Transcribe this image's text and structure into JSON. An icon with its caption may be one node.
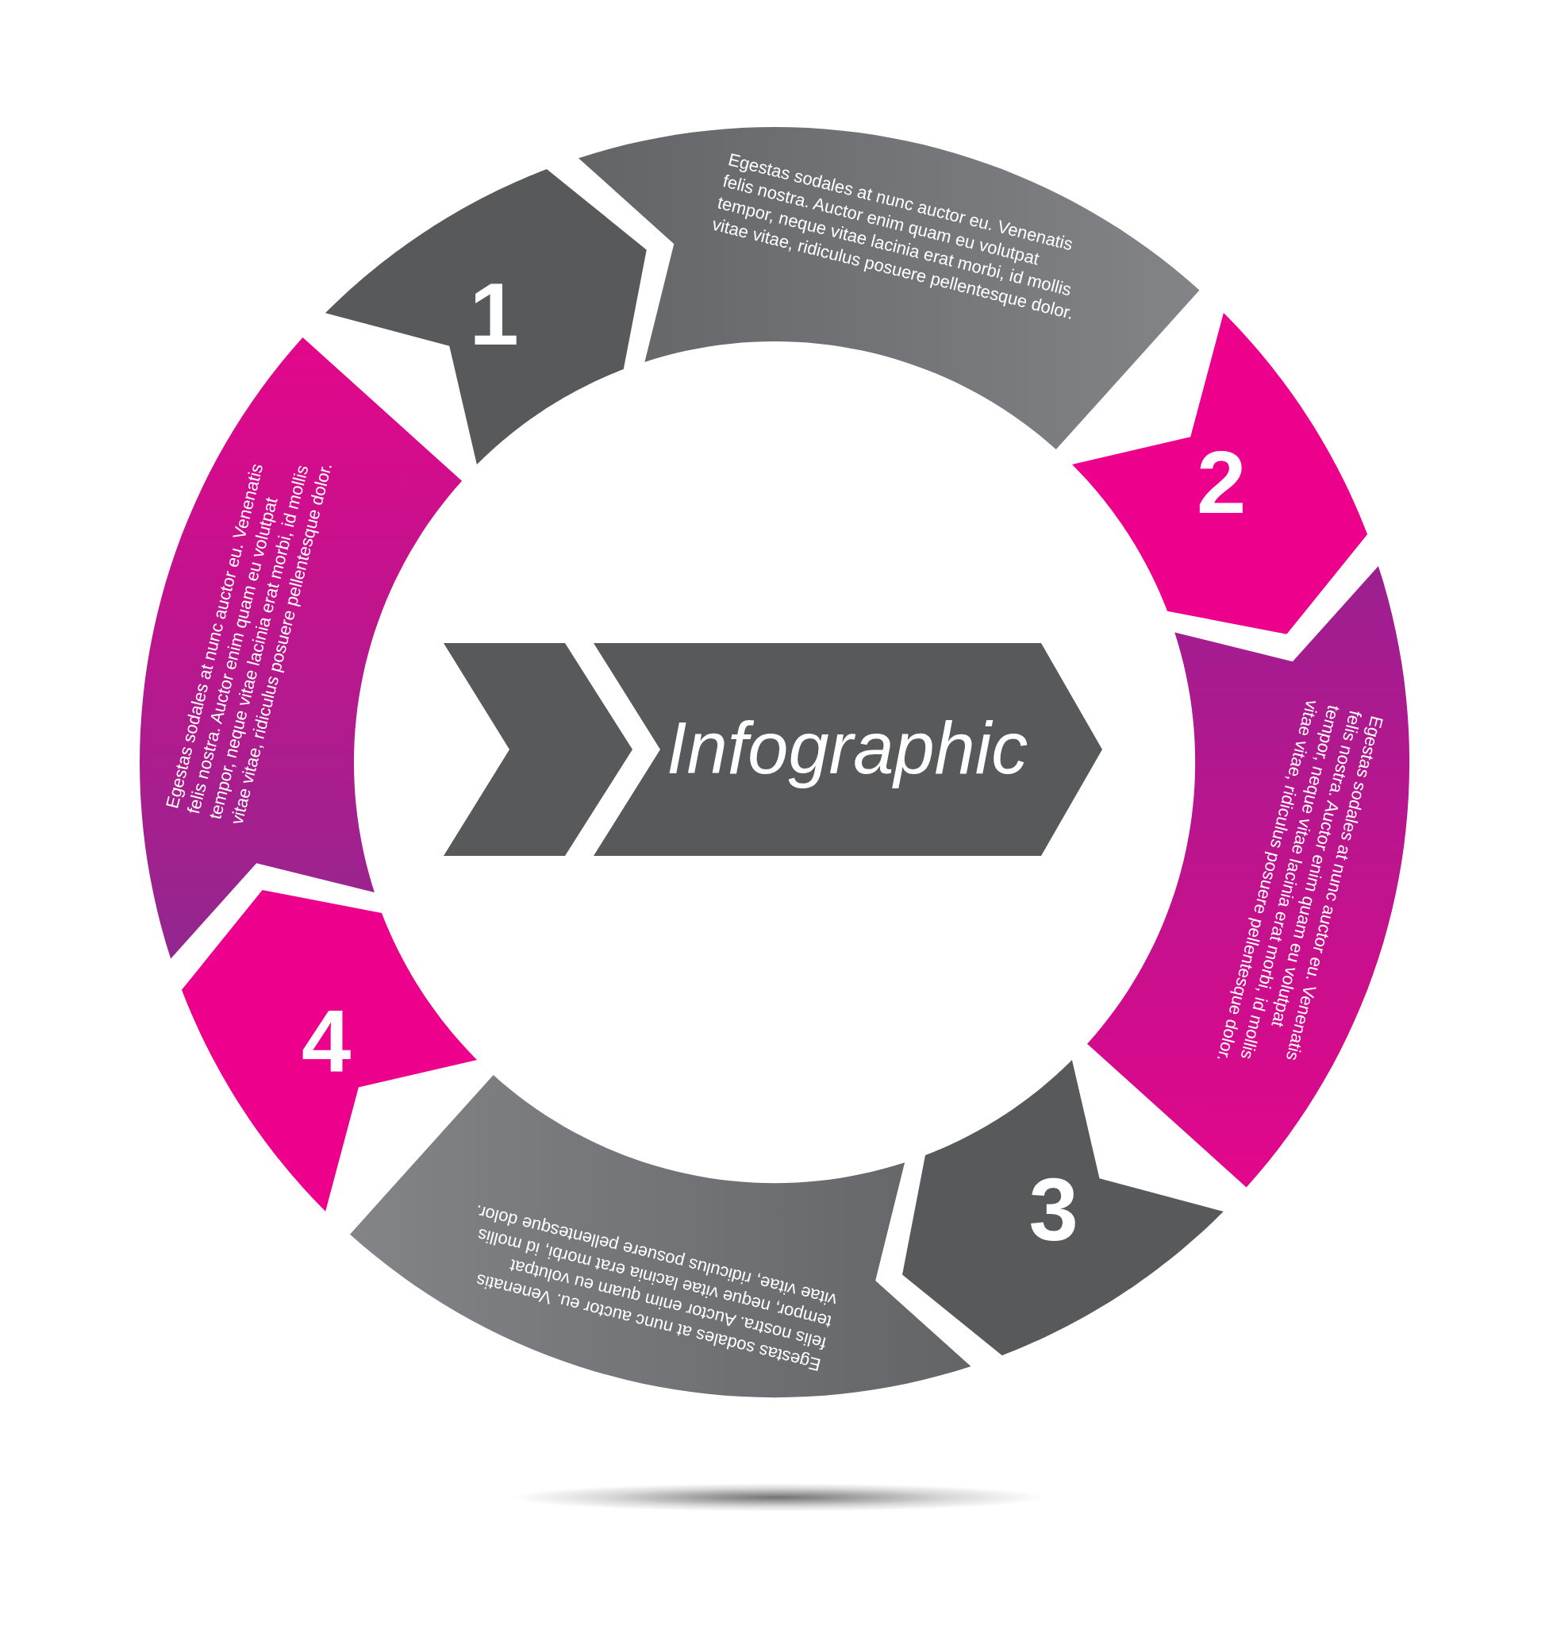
{
  "diagram": {
    "nodes": [
      {
        "text": [
          "1"
        ]
      },
      {
        "text": [
          "Egestas sodales at nunc auctor eu. Venenatis felis nostra. Auctor enim quam eu volutpat tempor, neque vitae lacinia erat morbi, id mollis vitae vitae, ridiculus posuere pellentesque dolor."
        ]
      },
      {
        "text": [
          "2"
        ]
      },
      {
        "text": [
          "Egestas sodales at nunc auctor eu. Venenatis felis nostra. Auctor enim quam eu volutpat tempor, neque vitae lacinia erat morbi, id mollis vitae vitae, ridiculus posuere pellentesque dolor."
        ]
      },
      {
        "text": [
          "3"
        ]
      },
      {
        "text": [
          "Egestas sodales at nunc auctor eu. Venenatis felis nostra. Auctor enim quam eu volutpat tempor, neque vitae lacinia erat morbi, id mollis vitae vitae, ridiculus posuere pellentesque dolor."
        ]
      },
      {
        "text": [
          "4"
        ]
      },
      {
        "text": [
          "Egestas sodales at nunc auctor eu. Venenatis felis nostra. Auctor enim quam eu volutpat tempor, neque vitae lacinia erat morbi, id mollis vitae vitae, ridiculus posuere pellentesque dolor."
        ]
      },
      {
        "text": [],
        "shape": "chevron"
      },
      {
        "text": [
          "Infographic"
        ]
      }
    ]
  }
}
